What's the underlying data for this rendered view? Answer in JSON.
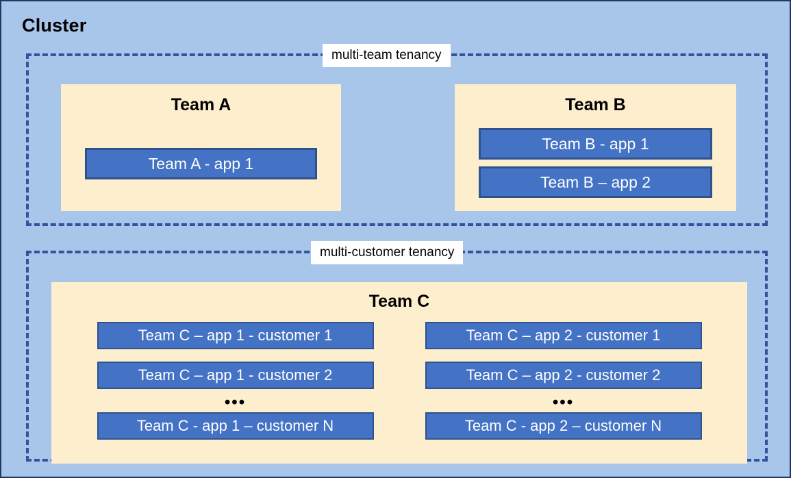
{
  "diagram": {
    "title": "Cluster",
    "background_color": "#A8C6EA",
    "frame_border_color": "#1F3864",
    "panel_color": "#FDEECD",
    "app_color": "#4472C4",
    "app_border_color": "#2F528F",
    "dashed_border_color": "#33539E"
  },
  "zones": [
    {
      "id": "multi-team",
      "label": "multi-team tenancy"
    },
    {
      "id": "multi-customer",
      "label": "multi-customer tenancy"
    }
  ],
  "teams": {
    "team_a": {
      "title": "Team A",
      "apps": [
        {
          "label": "Team A - app 1"
        }
      ]
    },
    "team_b": {
      "title": "Team B",
      "apps": [
        {
          "label": "Team B - app 1"
        },
        {
          "label": "Team B – app 2"
        }
      ]
    },
    "team_c": {
      "title": "Team C",
      "ellipsis": "•••",
      "column_left": {
        "apps_top": [
          {
            "label": "Team C – app 1 - customer 1"
          },
          {
            "label": "Team C – app 1 - customer 2"
          }
        ],
        "apps_bottom": [
          {
            "label": "Team C - app 1 – customer N"
          }
        ]
      },
      "column_right": {
        "apps_top": [
          {
            "label": "Team C – app 2 - customer 1"
          },
          {
            "label": "Team C – app 2 - customer 2"
          }
        ],
        "apps_bottom": [
          {
            "label": "Team C - app 2 – customer N"
          }
        ]
      }
    }
  }
}
